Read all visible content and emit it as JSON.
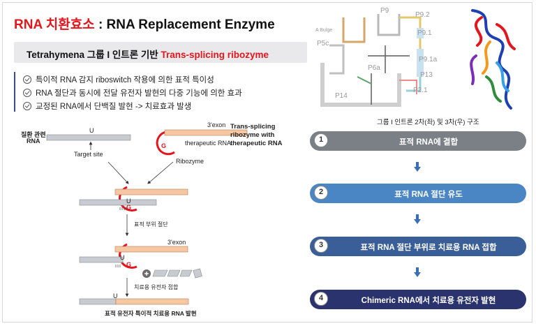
{
  "title": {
    "red": "RNA 치환효소",
    "rest": " : RNA Replacement Enzyme"
  },
  "subtitle": {
    "black": "Tetrahymena 그룹 I 인트론 기반 ",
    "red": "Trans-splicing ribozyme"
  },
  "bullets": [
    "특이적 RNA 감지 riboswitch 작용에 의한 표적 특이성",
    "RNA 절단과 동시에 전달 유전자 발현의 다중 기능에 의한 효과",
    "교정된 RNA에서 단백질 발현 -> 치료효과 발생"
  ],
  "diagram": {
    "disease_rna_line1": "질환 관련",
    "disease_rna_line2": "RNA",
    "target_site": "Target site",
    "u": "U",
    "g": "G",
    "exon3": "3'exon",
    "therapeutic_rna": "therapeutic RNA",
    "ribozyme": "Ribozyme",
    "trans_label_1": "Trans-splicing",
    "trans_label_2": "ribozyme with",
    "trans_label_3": "therapeutic RNA",
    "cleavage": "표적 부위 절단",
    "ligation": "치료용 유전자 접합",
    "result": "표적 유전자 특이적 치료용 RNA 발현"
  },
  "structure_labels": {
    "p9_2": "P9.2",
    "p9_1": "P9.1",
    "p9_1a": "P9.1a",
    "p9": "P9",
    "p5c": "P5c",
    "p14": "P14",
    "p13": "P13",
    "p2_1": "P2.1",
    "p6a": "P6a",
    "a_bulge": "A Bulge"
  },
  "caption": "그룹 I 인트론 2차(좌) 및 3차(우) 구조",
  "steps": [
    {
      "num": "1",
      "label": "표적 RNA에 결합",
      "color": "#7b8086"
    },
    {
      "num": "2",
      "label": "표적 RNA 절단 유도",
      "color": "#4a86c4"
    },
    {
      "num": "3",
      "label": "표적 RNA 절단 부위로 치료용 RNA 접합",
      "color": "#3a5e98"
    },
    {
      "num": "4",
      "label": "Chimeric RNA에서 치료용 유전자 발현",
      "color": "#2a336e"
    }
  ],
  "colors": {
    "accent_red": "#e3161e",
    "arrow_blue": "#3a6fb5"
  }
}
